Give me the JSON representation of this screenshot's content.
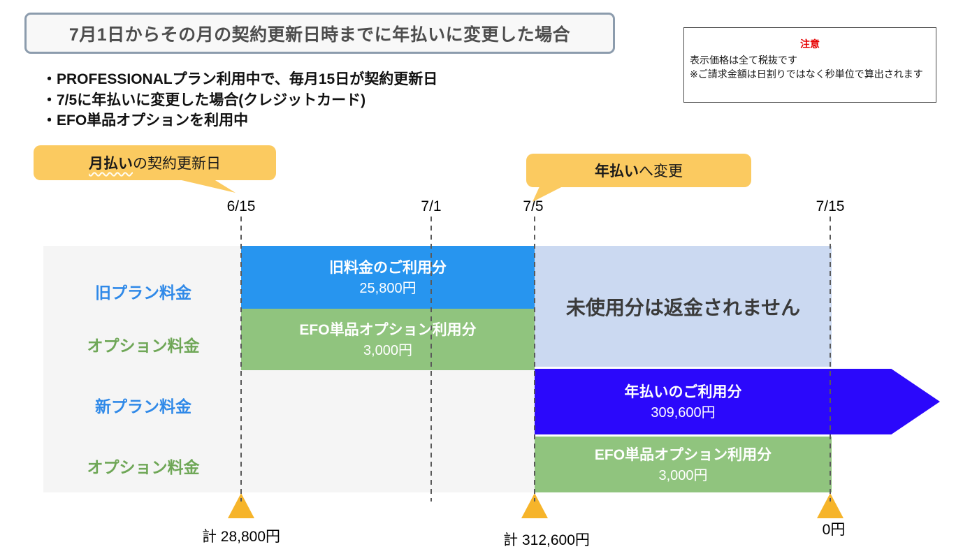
{
  "title": "7月1日からその月の契約更新日時までに年払いに変更した場合",
  "note": {
    "heading": "注意",
    "line1": "表示価格は全て税抜です",
    "line2": "※ご請求金額は日割りではなく秒単位で算出されます"
  },
  "scenario_bullets": {
    "b1": "・PROFESSIONALプラン利用中で、毎月15日が契約更新日",
    "b2": "・7/5に年払いに変更した場合(クレジットカード)",
    "b3": "・EFO単品オプションを利用中"
  },
  "callouts": {
    "monthly": {
      "highlight": "月払い",
      "rest": "の契約更新日"
    },
    "yearly": {
      "highlight": "年払い",
      "rest": "へ変更"
    }
  },
  "timeline": {
    "d1": "6/15",
    "d2": "7/1",
    "d3": "7/5",
    "d4": "7/15"
  },
  "rows": {
    "old_plan": "旧プラン料金",
    "option_top": "オプション料金",
    "new_plan": "新プラン料金",
    "option_bottom": "オプション料金"
  },
  "bars": {
    "old_usage": {
      "title": "旧料金のご利用分",
      "amount": "25,800円"
    },
    "efo_old": {
      "title": "EFO単品オプション利用分",
      "amount": "3,000円"
    },
    "no_refund": "未使用分は返金されません",
    "yearly_usage": {
      "title": "年払いのご利用分",
      "amount": "309,600円"
    },
    "efo_new": {
      "title": "EFO単品オプション利用分",
      "amount": "3,000円"
    }
  },
  "markers": {
    "m1": "計 28,800円",
    "m2": "計 312,600円",
    "m3": "0円"
  },
  "colors": {
    "old_plan_bar": "#2795ef",
    "option_bar": "#90c47e",
    "no_refund_box": "#cbd9f1",
    "yearly_arrow": "#2b08fb",
    "callout_bubble": "#fbca60",
    "marker_triangle": "#f6b42a",
    "row_label_blue": "#2f89e8",
    "row_label_green": "#6fa757",
    "note_heading_red": "#e60000",
    "title_border": "#8c9cad",
    "panel_background": "#f5f5f5"
  }
}
